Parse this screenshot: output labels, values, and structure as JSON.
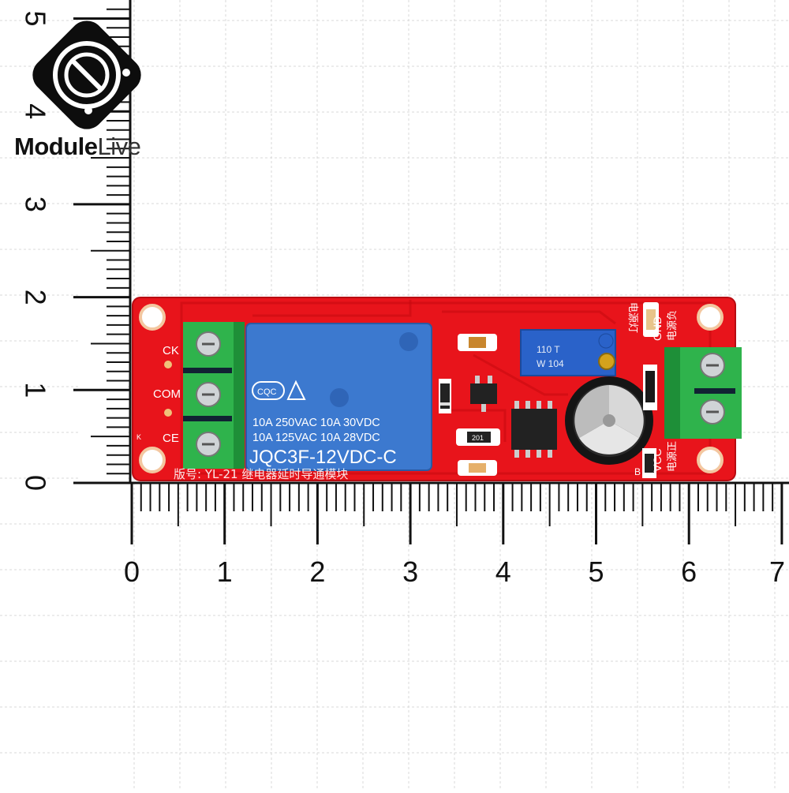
{
  "brand": {
    "name_bold": "Module",
    "name_light": "Live"
  },
  "ruler": {
    "vertical_labels": [
      "0",
      "1",
      "2",
      "3",
      "4",
      "5"
    ],
    "horizontal_labels": [
      "0",
      "1",
      "2",
      "3",
      "4",
      "5",
      "6",
      "7"
    ]
  },
  "board": {
    "left_terminal_labels": [
      "CK",
      "COM",
      "CE"
    ],
    "relay_brand": "CQC",
    "relay_ratings": [
      "10A 250VAC  10A  30VDC",
      "10A 125VAC  10A  28VDC"
    ],
    "relay_model": "JQC3F-12VDC-C",
    "pot_marking": [
      "110 T",
      "W 104"
    ],
    "resistor_marking": "201",
    "power_labels": [
      "GND",
      "电源负",
      "VCC",
      "电源正"
    ],
    "power_led_label": "电源灯",
    "version_text": "版号: YL-21   继电器延时导通模块",
    "silk_k": "K",
    "silk_b": "B"
  },
  "colors": {
    "pcb": "#e8141b",
    "terminal": "#27b24a",
    "relay": "#3c79cf",
    "ruler": "#1a1a1a"
  }
}
